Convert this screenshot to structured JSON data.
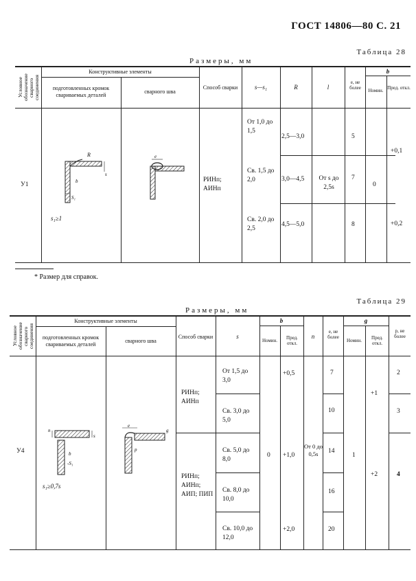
{
  "page_header": "ГОСТ 14806—80 С. 21",
  "table1": {
    "name": "Таблица 28",
    "caption": "Размеры, мм",
    "col_joint_designation": "Условное обозначение сварного соединения",
    "col_construct": "Конструктивные элементы",
    "col_prepared": "подготовленных кромок свариваемых деталей",
    "col_weld": "сварного шва",
    "col_method": "Способ сварки",
    "col_s": "s—s₁",
    "col_R": "R",
    "col_l": "l",
    "col_e": "e, не более",
    "col_b": "b",
    "col_nom": "Номин.",
    "col_dev": "Пред. откл.",
    "row_label": "У1",
    "method": "РИНп; АИНп",
    "s_values": [
      "От 1,0 до 1,5",
      "Св. 1,5 до 2,0",
      "Св. 2,0 до 2,5"
    ],
    "R_values": [
      "2,5—3,0",
      "3,0—4,5",
      "4,5—5,0"
    ],
    "l_value": "От s до 2,5s",
    "e_values": [
      "5",
      "7",
      "8"
    ],
    "b_nom": "0",
    "b_dev": [
      "+0,1",
      "+0,2"
    ],
    "sketch_label": "s₁≥1"
  },
  "footnote": "* Размер для справок.",
  "table2": {
    "name": "Таблица 29",
    "caption": "Размеры, мм",
    "col_joint_designation": "Условное обозначение сварного соединения",
    "col_construct": "Конструктивные элементы",
    "col_prepared": "подготовленных кромок свариваемых деталей",
    "col_weld": "сварного шва",
    "col_method": "Способ сварки",
    "col_s": "s",
    "col_b": "b",
    "col_nom": "Номин.",
    "col_dev": "Пред. откл.",
    "col_n": "n",
    "col_e": "e, не более",
    "col_g": "g",
    "col_p": "p, не более",
    "row_label": "У4",
    "methods": [
      "РИНп; АИНп",
      "РИНп; АИНп; АИП; ПИП"
    ],
    "s_values": [
      "От 1,5 до 3,0",
      "Св. 3,0 до 5,0",
      "Св. 5,0 до 8,0",
      "Св. 8,0 до 10,0",
      "Св. 10,0 до 12,0"
    ],
    "b_nom": "0",
    "b_dev": [
      "+0,5",
      "+1,0",
      "+2,0"
    ],
    "n_value": "От 0 до 0,5s",
    "e_values": [
      "7",
      "10",
      "14",
      "16",
      "20"
    ],
    "g_nom": "1",
    "g_dev": [
      "+1",
      "+2"
    ],
    "p_values": [
      "2",
      "3",
      "4"
    ],
    "sketch_label": "s₁≥0,7s"
  }
}
